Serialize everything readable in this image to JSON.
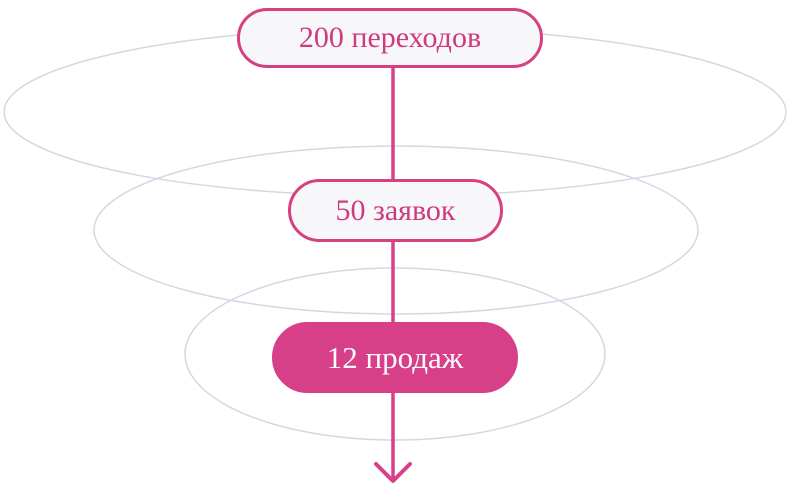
{
  "chart_data": {
    "type": "funnel",
    "title": "",
    "stages": [
      {
        "label": "200 переходов",
        "value": 200,
        "unit": "переходов",
        "style": "outline"
      },
      {
        "label": "50 заявок",
        "value": 50,
        "unit": "заявок",
        "style": "outline"
      },
      {
        "label": "12 продаж",
        "value": 12,
        "unit": "продаж",
        "style": "filled"
      }
    ],
    "layout": {
      "orientation": "top-to-bottom",
      "rings": 3,
      "arrow": "down"
    },
    "colors": {
      "accent_pink": "#d6417f",
      "filled_stage": "#d74089",
      "stage_background": "#f7f7f9",
      "stage_text": "#ce3a80",
      "filled_stage_text": "#ffffff",
      "ellipse_stroke": "#d3d8e5",
      "background": "#ffffff"
    }
  }
}
